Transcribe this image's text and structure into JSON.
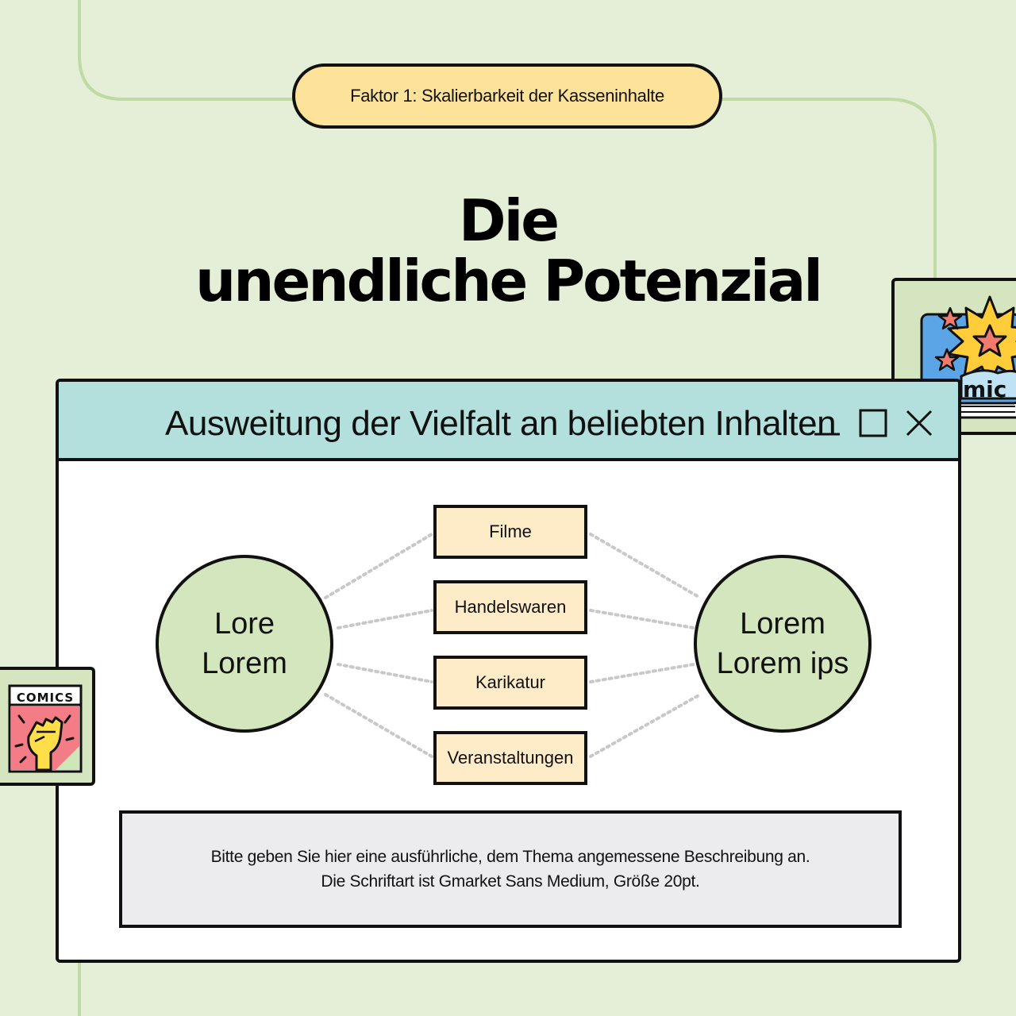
{
  "pill": {
    "label": "Faktor 1: Skalierbarkeit der Kasseninhalte"
  },
  "headline": {
    "line1": "Die",
    "line2": "unendliche Potenzial"
  },
  "window": {
    "title": "Ausweitung der Vielfalt an beliebten Inhalten",
    "controls": [
      "minimize-icon",
      "maximize-icon",
      "close-icon"
    ]
  },
  "diagram": {
    "left_circle": {
      "line1": "Lore",
      "line2": "Lorem"
    },
    "right_circle": {
      "line1": "Lorem",
      "line2": "Lorem ips"
    },
    "nodes": [
      {
        "label": "Filme"
      },
      {
        "label": "Handelswaren"
      },
      {
        "label": "Karikatur"
      },
      {
        "label": "Veranstaltungen"
      }
    ],
    "connector_style": "dotted-gray"
  },
  "description": {
    "line1": "Bitte geben Sie hier eine ausführliche, dem Thema angemessene Beschreibung an.",
    "line2": "Die Schriftart ist Gmarket Sans Medium, Größe 20pt."
  },
  "stickers": {
    "left": {
      "label": "COMICS",
      "icon": "raised-fist-icon"
    },
    "right": {
      "label": "mic",
      "icon": "comic-book-explosion-icon"
    }
  },
  "colors": {
    "background": "#e5efd8",
    "pill": "#fde29a",
    "titlebar": "#b3e0dc",
    "circle": "#d3e6bd",
    "node": "#feecc9",
    "description_box": "#ececee",
    "outline": "#111111",
    "connector": "#c8c8c8"
  }
}
